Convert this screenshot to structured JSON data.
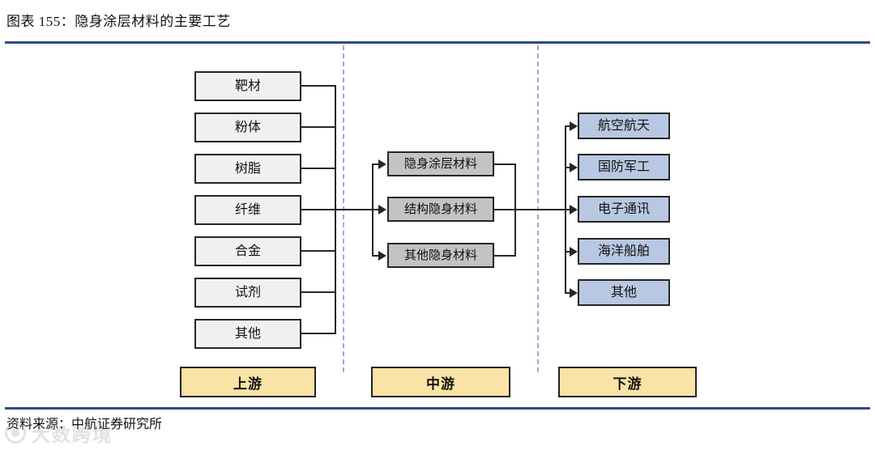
{
  "figure": {
    "title": "图表 155：隐身涂层材料的主要工艺",
    "source": "资料来源：中航证券研究所"
  },
  "watermark": {
    "text": "大数跨境",
    "logo_icon": "circle-logo-icon"
  },
  "colors": {
    "rule": "#2e4c7e",
    "divider": "#93b0d6",
    "upstream_box_fill": "#f0f0f0",
    "midstream_box_fill": "#c3c3c3",
    "downstream_box_fill": "#b9c8e2",
    "stage_box_fill": "#f9e3a5",
    "outline": "#262626"
  },
  "chart_data": {
    "type": "diagram",
    "title": "图表 155：隐身涂层材料的主要工艺",
    "layout": "three-tier value chain, left to right",
    "tiers": [
      {
        "key": "upstream",
        "label": "上游",
        "nodes": [
          "靶材",
          "粉体",
          "树脂",
          "纤维",
          "合金",
          "试剂",
          "其他"
        ]
      },
      {
        "key": "midstream",
        "label": "中游",
        "nodes": [
          "隐身涂层材料",
          "结构隐身材料",
          "其他隐身材料"
        ]
      },
      {
        "key": "downstream",
        "label": "下游",
        "nodes": [
          "航空航天",
          "国防军工",
          "电子通讯",
          "海洋船舶",
          "其他"
        ]
      }
    ],
    "flows": [
      {
        "from": "upstream",
        "to": "midstream",
        "style": "bus-fanout-arrow"
      },
      {
        "from": "midstream",
        "to": "downstream",
        "style": "bus-fanout-arrow"
      }
    ]
  },
  "upstream": {
    "label": "上游",
    "nodes": [
      {
        "label": "靶材"
      },
      {
        "label": "粉体"
      },
      {
        "label": "树脂"
      },
      {
        "label": "纤维"
      },
      {
        "label": "合金"
      },
      {
        "label": "试剂"
      },
      {
        "label": "其他"
      }
    ]
  },
  "midstream": {
    "label": "中游",
    "nodes": [
      {
        "label": "隐身涂层材料"
      },
      {
        "label": "结构隐身材料"
      },
      {
        "label": "其他隐身材料"
      }
    ]
  },
  "downstream": {
    "label": "下游",
    "nodes": [
      {
        "label": "航空航天"
      },
      {
        "label": "国防军工"
      },
      {
        "label": "电子通讯"
      },
      {
        "label": "海洋船舶"
      },
      {
        "label": "其他"
      }
    ]
  }
}
